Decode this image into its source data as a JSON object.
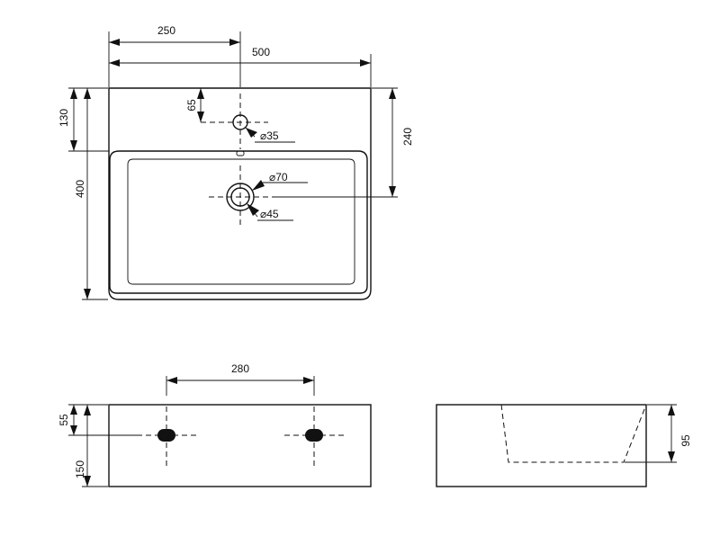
{
  "colors": {
    "ink": "#111111",
    "paper": "#ffffff"
  },
  "top_view": {
    "dim_250": "250",
    "dim_500": "500",
    "dim_65": "65",
    "dim_130": "130",
    "dim_400": "400",
    "dim_240": "240",
    "tap_hole": "⌀35",
    "drain_outer": "⌀70",
    "drain_inner": "⌀45"
  },
  "front_view": {
    "dim_280": "280",
    "dim_55": "55",
    "dim_150": "150"
  },
  "side_view": {
    "dim_95": "95"
  }
}
